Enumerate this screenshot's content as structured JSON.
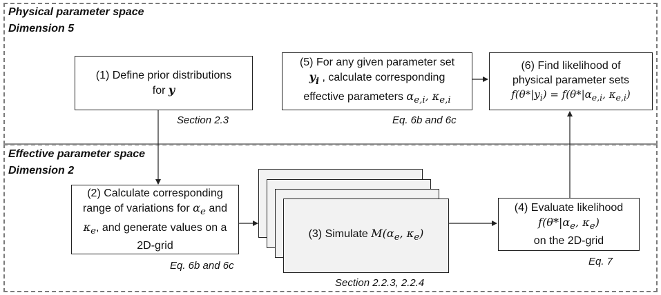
{
  "regions": {
    "physical": {
      "title": "Physical parameter space",
      "dimension": "Dimension 5"
    },
    "effective": {
      "title": "Effective parameter space",
      "dimension": "Dimension 2"
    }
  },
  "boxes": {
    "box1": {
      "line1": "(1) Define prior distributions",
      "line2_text": "for ",
      "line2_math": "y",
      "caption": "Section 2.3"
    },
    "box2": {
      "line1": "(2) Calculate corresponding",
      "line2_a": "range of variations for ",
      "line2_math": "α",
      "line2_sub": "e",
      "line2_b": " and",
      "line3_math": "κ",
      "line3_sub": "e",
      "line3_b": ", and generate values on a",
      "line4": "2D-grid",
      "caption": "Eq. 6b and 6c"
    },
    "box3": {
      "text": "(3) Simulate ",
      "math": "M(α",
      "sub1": "e",
      "mid": ", κ",
      "sub2": "e",
      "end": ")",
      "caption": "Section 2.2.3, 2.2.4"
    },
    "box4": {
      "line1": "(4) Evaluate likelihood",
      "line2_math": "f(θ*|α",
      "line2_sub1": "e",
      "line2_mid": ", κ",
      "line2_sub2": "e",
      "line2_end": ")",
      "line3": "on the 2D-grid",
      "caption": "Eq. 7"
    },
    "box5": {
      "line1": "(5) For any given parameter set",
      "line2_math": "y",
      "line2_sub": "i",
      "line2_text": " , calculate corresponding",
      "line3_text": "effective parameters ",
      "line3_math": "α",
      "line3_sub": "e,i",
      "line3_mid": ", κ",
      "line3_sub2": "e,i",
      "caption": "Eq. 6b and 6c"
    },
    "box6": {
      "line1": "(6) Find likelihood of",
      "line2": "physical parameter sets",
      "line3": "f(θ*|y",
      "line3_sub": "i",
      "line3_b": ") = f(θ*|α",
      "line3_sub2": "e,i",
      "line3_c": ", κ",
      "line3_sub3": "e,i",
      "line3_d": ")"
    }
  }
}
